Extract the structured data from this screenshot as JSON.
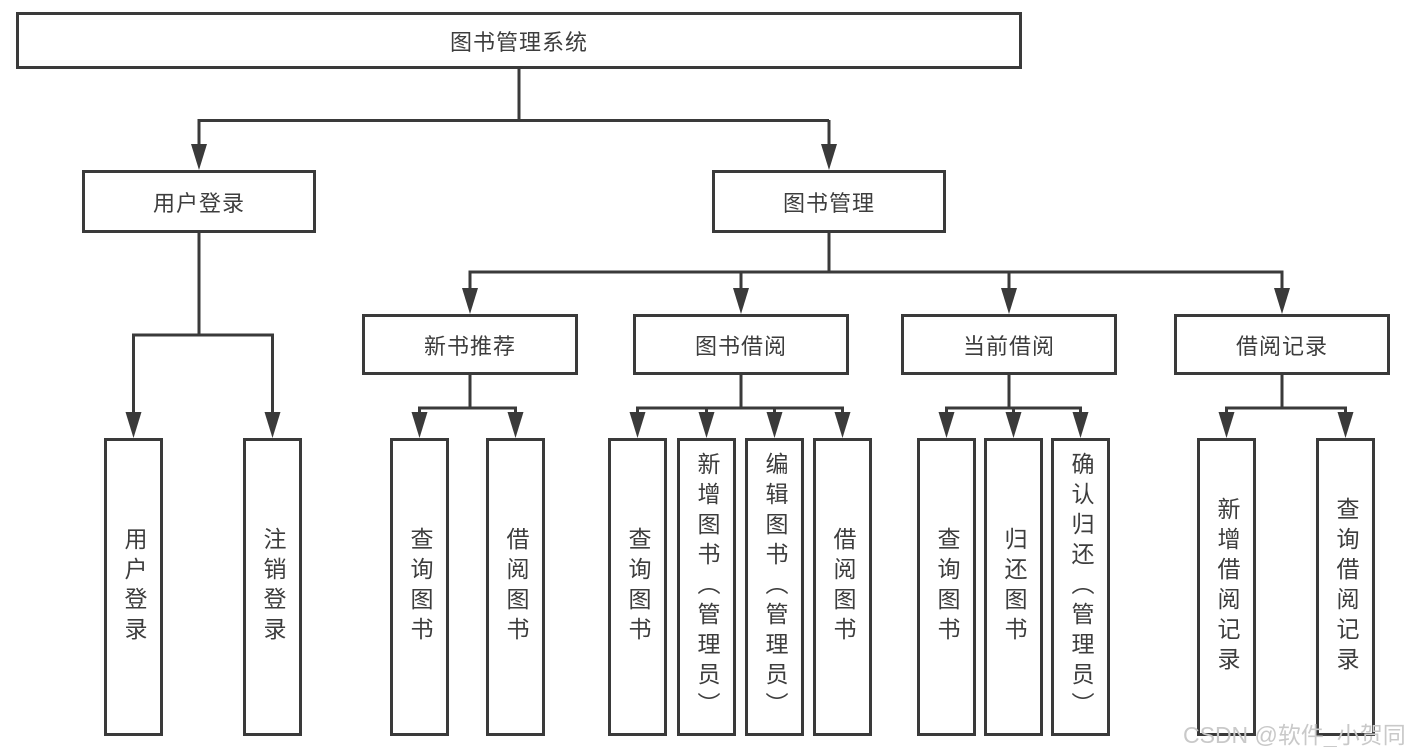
{
  "diagram": {
    "root": {
      "label": "图书管理系统"
    },
    "branches": [
      {
        "label": "用户登录",
        "children": [
          {
            "label": "用户登录"
          },
          {
            "label": "注销登录"
          }
        ]
      },
      {
        "label": "图书管理",
        "children": [
          {
            "label": "新书推荐",
            "children": [
              {
                "label": "查询图书"
              },
              {
                "label": "借阅图书"
              }
            ]
          },
          {
            "label": "图书借阅",
            "children": [
              {
                "label": "查询图书"
              },
              {
                "label": "新增图书（管理员）"
              },
              {
                "label": "编辑图书（管理员）"
              },
              {
                "label": "借阅图书"
              }
            ]
          },
          {
            "label": "当前借阅",
            "children": [
              {
                "label": "查询图书"
              },
              {
                "label": "归还图书"
              },
              {
                "label": "确认归还（管理员）"
              }
            ]
          },
          {
            "label": "借阅记录",
            "children": [
              {
                "label": "新增借阅记录"
              },
              {
                "label": "查询借阅记录"
              }
            ]
          }
        ]
      }
    ]
  },
  "watermark": {
    "text": "CSDN @软件_小贺同学"
  },
  "colors": {
    "line": "#3a3a3a",
    "text": "#3d3d3d",
    "watermark": "#c9c9c9"
  }
}
